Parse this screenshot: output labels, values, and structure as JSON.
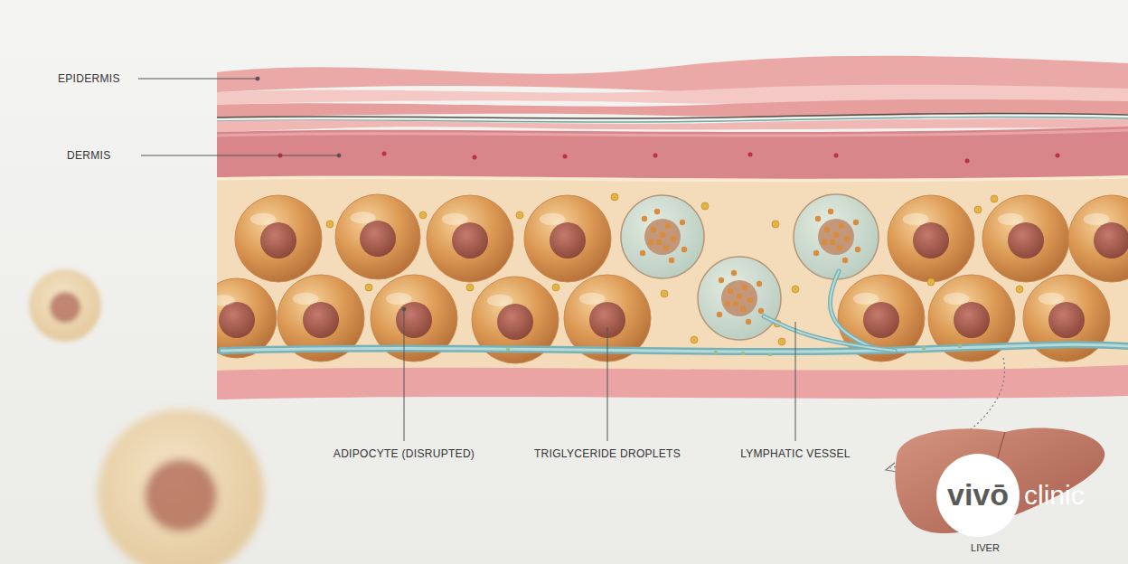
{
  "diagram": {
    "labels": [
      "EPIDERMIS",
      "DERMIS",
      "ADIPOCYTE (DISRUPTED)",
      "TRIGLYCERIDE DROPLETS",
      "LYMPHATIC VESSEL",
      "LIVER",
      "vivō",
      "clinic"
    ]
  }
}
